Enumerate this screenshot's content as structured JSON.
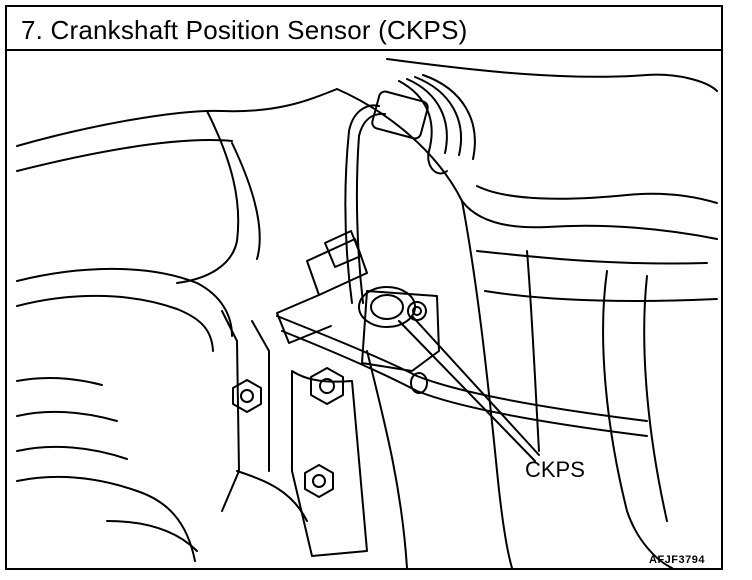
{
  "header": {
    "title": "7. Crankshaft Position Sensor (CKPS)"
  },
  "diagram": {
    "callout_label": "CKPS",
    "figure_id": "AFJF3794"
  }
}
